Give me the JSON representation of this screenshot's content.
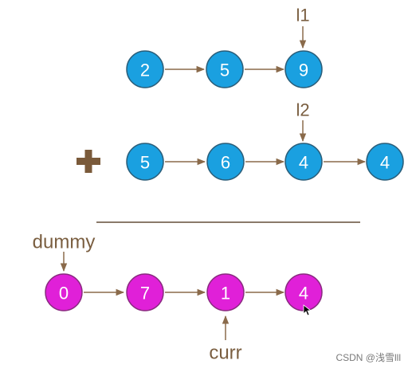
{
  "list_l1": {
    "nodes": [
      "2",
      "5",
      "9"
    ],
    "pointer_label": "l1"
  },
  "list_l2": {
    "nodes": [
      "5",
      "6",
      "4",
      "4"
    ],
    "pointer_label": "l2"
  },
  "result": {
    "nodes": [
      "0",
      "7",
      "1",
      "4"
    ],
    "dummy_label": "dummy",
    "curr_label": "curr"
  },
  "operator": "plus",
  "watermark": "CSDN @浅雪lll",
  "colors": {
    "input_node_fill": "#1aa0e0",
    "input_node_stroke": "#2a5e7a",
    "result_node_fill": "#e020d8",
    "result_node_stroke": "#8a2a80",
    "arrow": "#8a6a4a",
    "label": "#7a5e40",
    "plus": "#7a5a3a",
    "divider": "#8a7a6a"
  }
}
